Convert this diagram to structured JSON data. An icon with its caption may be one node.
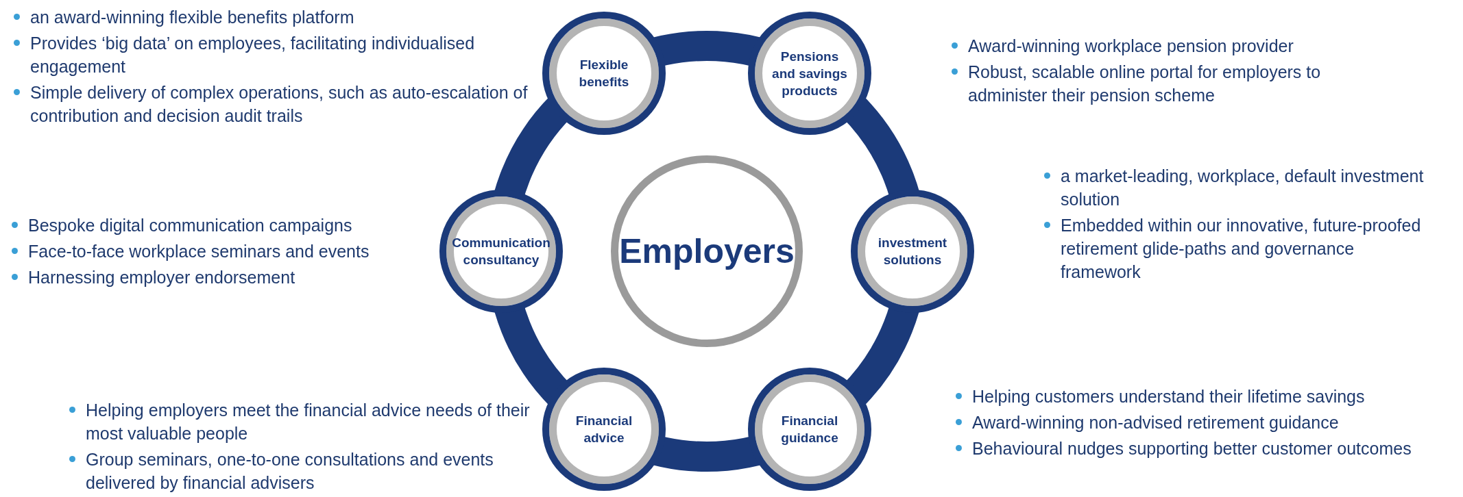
{
  "diagram": {
    "nodes": [
      {
        "text": [
          "Flexible benefits"
        ],
        "beside": [
          "an award-winning flexible benefits platform",
          "Provides ‘big data’ on employees, facilitating individualised engagement",
          "Simple delivery of complex operations, such as auto-escalation of contribution and decision audit trails"
        ]
      },
      {
        "text": [
          "Pensions and savings products"
        ],
        "beside": [
          "Award-winning workplace pension provider",
          "Robust, scalable online portal for employers to administer their pension scheme"
        ]
      },
      {
        "text": [
          "Communication consultancy"
        ],
        "beside": [
          "Bespoke digital communication campaigns",
          "Face-to-face workplace seminars and events",
          "Harnessing employer endorsement"
        ]
      },
      {
        "text": [
          "Employers"
        ]
      },
      {
        "text": [
          "investment solutions"
        ],
        "beside": [
          "a market-leading, workplace, default investment solution",
          "Embedded within our innovative, future-proofed retirement glide-paths and governance framework"
        ]
      },
      {
        "text": [
          "Financial advice"
        ],
        "beside": [
          "Helping employers meet the financial advice needs of their most valuable people",
          "Group seminars, one-to-one consultations and events delivered by financial advisers"
        ]
      },
      {
        "text": [
          "Financial guidance"
        ],
        "beside": [
          "Helping customers understand their lifetime savings",
          "Award-winning non-advised retirement guidance",
          "Behavioural nudges supporting better customer outcomes"
        ]
      }
    ]
  }
}
